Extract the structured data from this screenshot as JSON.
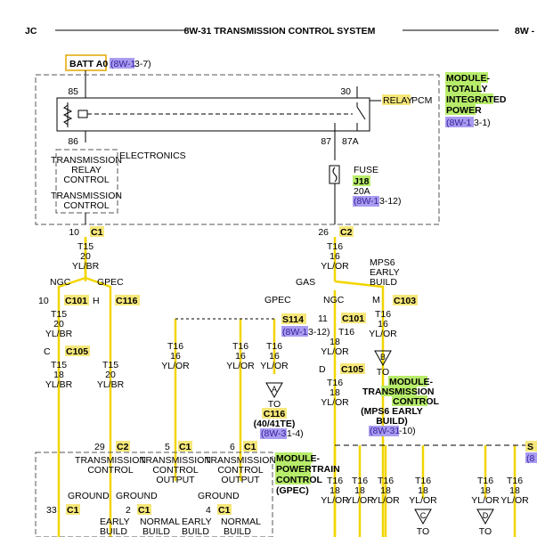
{
  "header": {
    "left": "JC",
    "title": "8W-31 TRANSMISSION CONTROL SYSTEM",
    "right": "8W -"
  },
  "batt": {
    "label": "BATT A0",
    "ref_a": "(8W-1",
    "ref_b": "3-7)"
  },
  "module_tipm": {
    "l1": "MODULE-",
    "l2": "TOTALLY",
    "l3": "INTEGRATED",
    "l4": "POWER",
    "ref_a": "(8W-1",
    "ref_b": "3-1)"
  },
  "relay": {
    "label_a": "RELAY",
    "label_b": "PCM",
    "pin85": "85",
    "pin30": "30",
    "pin86": "86",
    "pin87": "87",
    "pin87a": "87A"
  },
  "electronics": {
    "label": "ELECTRONICS",
    "trc1": "TRANSMISSION",
    "trc2": "RELAY",
    "trc3": "CONTROL",
    "tc1": "TRANSMISSION",
    "tc2": "CONTROL"
  },
  "fuse": {
    "l1": "FUSE",
    "l2": "J18",
    "l3": "20A",
    "ref_a": "(8W-1",
    "ref_b": "3-12)"
  },
  "conn_c1": {
    "pin": "10",
    "name": "C1"
  },
  "conn_c2": {
    "pin": "26",
    "name": "C2"
  },
  "wire_left": {
    "gauge": "T15",
    "size": "20",
    "color": "YL/BR"
  },
  "wire_right": {
    "gauge": "T16",
    "size": "16",
    "color": "YL/OR"
  },
  "splits": {
    "ngc": "NGC",
    "gpec": "GPEC",
    "gas": "GAS",
    "mps6_1": "MPS6",
    "mps6_2": "EARLY",
    "mps6_3": "BUILD",
    "gpec2": "GPEC",
    "ngc2": "NGC",
    "m": "M"
  },
  "c101_left": {
    "pin": "10",
    "name": "C101"
  },
  "c116_top": {
    "pin": "H",
    "name": "C116"
  },
  "c103": {
    "name": "C103"
  },
  "c101_right": {
    "pin": "11",
    "name": "C101"
  },
  "s114": {
    "name": "S114",
    "ref_a": "(8W-1",
    "ref_b": "3-12)"
  },
  "c105_left": {
    "pin": "C",
    "name": "C105"
  },
  "c105_right": {
    "pin": "D",
    "name": "C105"
  },
  "w_l1": {
    "gauge": "T15",
    "size": "20",
    "color": "YL/BR"
  },
  "w_l2": {
    "gauge": "T15",
    "size": "18",
    "color": "YL/BR"
  },
  "w_l3": {
    "gauge": "T15",
    "size": "20",
    "color": "YL/BR"
  },
  "w_t16_18": {
    "gauge": "T16",
    "size": "18",
    "color": "YL/OR"
  },
  "w_t16_16": {
    "gauge": "T16",
    "size": "16",
    "color": "YL/OR"
  },
  "arrow_a": {
    "letter": "A",
    "to": "TO",
    "c": "C116",
    "sub": "(40/41TE)",
    "ref_a": "(8W-3",
    "ref_b": "1-4)"
  },
  "arrow_b": {
    "letter": "B",
    "to": "TO",
    "m1": "MODULE-",
    "m2": "TRANSMISSION",
    "m3": "CONTROL",
    "s1": "(MPS6 EARLY",
    "s2": "BUILD)",
    "ref_a": "(8W-31",
    "ref_b": "-10)"
  },
  "pcm_module": {
    "l1": "MODULE-",
    "l2": "POWERTRAIN",
    "l3": "CONTROL",
    "l4": "(GPEC)"
  },
  "pcm_pins": {
    "p1": "29",
    "p1n": "C2",
    "p2": "5",
    "p2n": "C1",
    "p3": "6",
    "p3n": "C1",
    "lab1a": "TRANSMISSION",
    "lab1b": "CONTROL",
    "lab2a": "TRANSMISSION",
    "lab2b": "CONTROL",
    "lab2c": "OUTPUT",
    "lab3a": "TRANSMISSION",
    "lab3b": "CONTROL",
    "lab3c": "OUTPUT",
    "g1": "GROUND",
    "g2": "GROUND",
    "g3": "GROUND",
    "b33": "33",
    "b33n": "C1",
    "b2": "2",
    "b2n": "C1",
    "b4": "4",
    "b4n": "C1",
    "eb1": "EARLY",
    "eb2": "BUILD",
    "nb1": "NORMAL",
    "nb2": "BUILD",
    "eb3": "EARLY",
    "eb4": "BUILD",
    "nb3": "NORMAL",
    "nb4": "BUILD"
  },
  "bottom_wire": {
    "gauge": "T16",
    "size": "18",
    "color": "YL/OR"
  },
  "arrow_c": {
    "letter": "C",
    "to": "TO"
  },
  "arrow_d": {
    "letter": "D",
    "to": "TO"
  },
  "edge": {
    "s": "S",
    "ref": "(8"
  }
}
